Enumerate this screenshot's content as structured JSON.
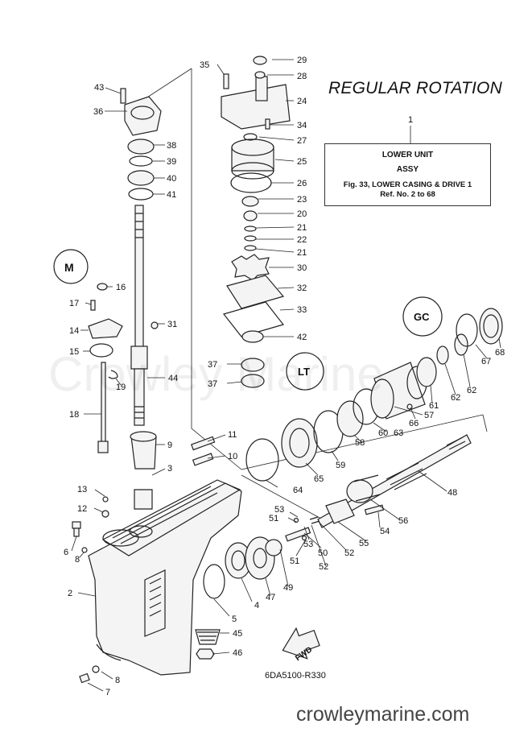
{
  "title": "REGULAR ROTATION",
  "info_box": {
    "ref_number": "1",
    "line1": "LOWER UNIT",
    "line2": "ASSY",
    "line3": "Fig. 33, LOWER CASING & DRIVE 1",
    "line4": "Ref. No. 2 to 68"
  },
  "figure_ref": "6DA5100-R330",
  "website": "crowleymarine.com",
  "watermark": "Crowley Marine",
  "fwd_label": "FWD",
  "callouts": [
    "2",
    "3",
    "4",
    "5",
    "6",
    "7",
    "8",
    "8",
    "9",
    "10",
    "11",
    "12",
    "13",
    "14",
    "15",
    "16",
    "17",
    "18",
    "19",
    "20",
    "21",
    "21",
    "22",
    "23",
    "24",
    "25",
    "26",
    "27",
    "28",
    "29",
    "30",
    "31",
    "32",
    "33",
    "34",
    "35",
    "36",
    "37",
    "37",
    "38",
    "39",
    "40",
    "41",
    "42",
    "43",
    "44",
    "45",
    "46",
    "47",
    "48",
    "49",
    "50",
    "51",
    "51",
    "52",
    "52",
    "53",
    "53",
    "54",
    "55",
    "56",
    "57",
    "58",
    "59",
    "60",
    "61",
    "62",
    "62",
    "63",
    "64",
    "65",
    "66",
    "67",
    "68"
  ]
}
